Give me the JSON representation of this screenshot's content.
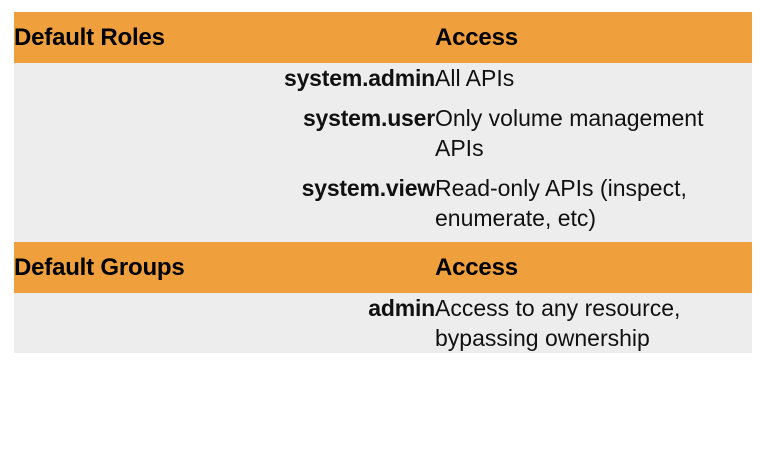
{
  "table": {
    "sections": [
      {
        "id": "default-roles",
        "header": {
          "name_label": "Default Roles",
          "access_label": "Access"
        },
        "rows": [
          {
            "name": "system.admin",
            "access_lines": [
              "All APIs"
            ]
          },
          {
            "name": "system.user",
            "access_lines": [
              "Only volume management",
              "APIs"
            ]
          },
          {
            "name": "system.view",
            "access_lines": [
              "Read-only APIs (inspect,",
              "enumerate, etc)"
            ]
          }
        ]
      },
      {
        "id": "default-groups",
        "header": {
          "name_label": "Default Groups",
          "access_label": "Access"
        },
        "rows": [
          {
            "name": "admin",
            "access_lines": [
              "Access to any resource,",
              "bypassing ownership"
            ]
          }
        ]
      }
    ]
  },
  "colors": {
    "header_background": "#efa03c",
    "body_background": "#ededed",
    "page_background": "#ffffff",
    "text": "#111111"
  }
}
